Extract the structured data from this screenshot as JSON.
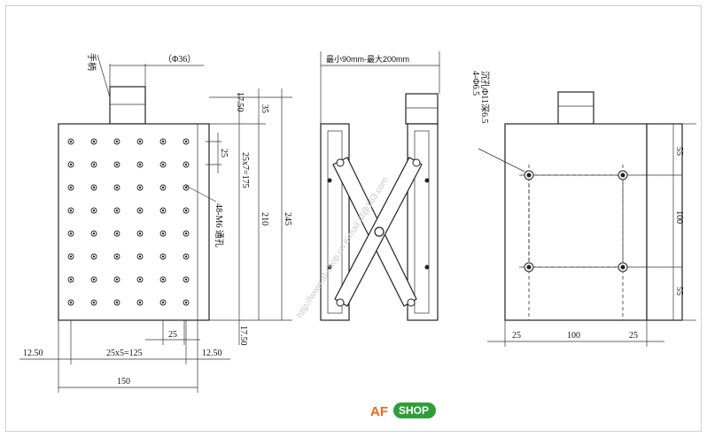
{
  "left_view": {
    "knob_label": "手柄",
    "knob_diameter": "（Φ36）",
    "top_margin": "17.50",
    "top_offset": "35",
    "row_pitch": "25",
    "rows_formula": "25x7=175",
    "height_inner": "210",
    "height_total": "245",
    "holes_label": "48-M6 通孔",
    "bottom_margin": "17.50",
    "bottom_pitch": "25",
    "left_margin": "12.50",
    "cols_formula": "25x5=125",
    "right_margin": "12.50",
    "width_total": "150"
  },
  "middle_view": {
    "range_label": "最小90mm-最大200mm"
  },
  "right_view": {
    "holes_label_1": "4-Φ6.5",
    "holes_label_2": "沉孔Φ11深6.5",
    "top_margin": "55",
    "hole_spacing_v": "100",
    "bottom_margin": "55",
    "left_margin": "25",
    "hole_spacing_h": "100",
    "right_margin": "25"
  },
  "watermark": "http://www.af-shop.cn  e-mail:af@163.com",
  "logo": {
    "mark": "AF",
    "shop": "SHOP",
    "accent": "#e86a1f",
    "badge": "#2f9e3a"
  }
}
